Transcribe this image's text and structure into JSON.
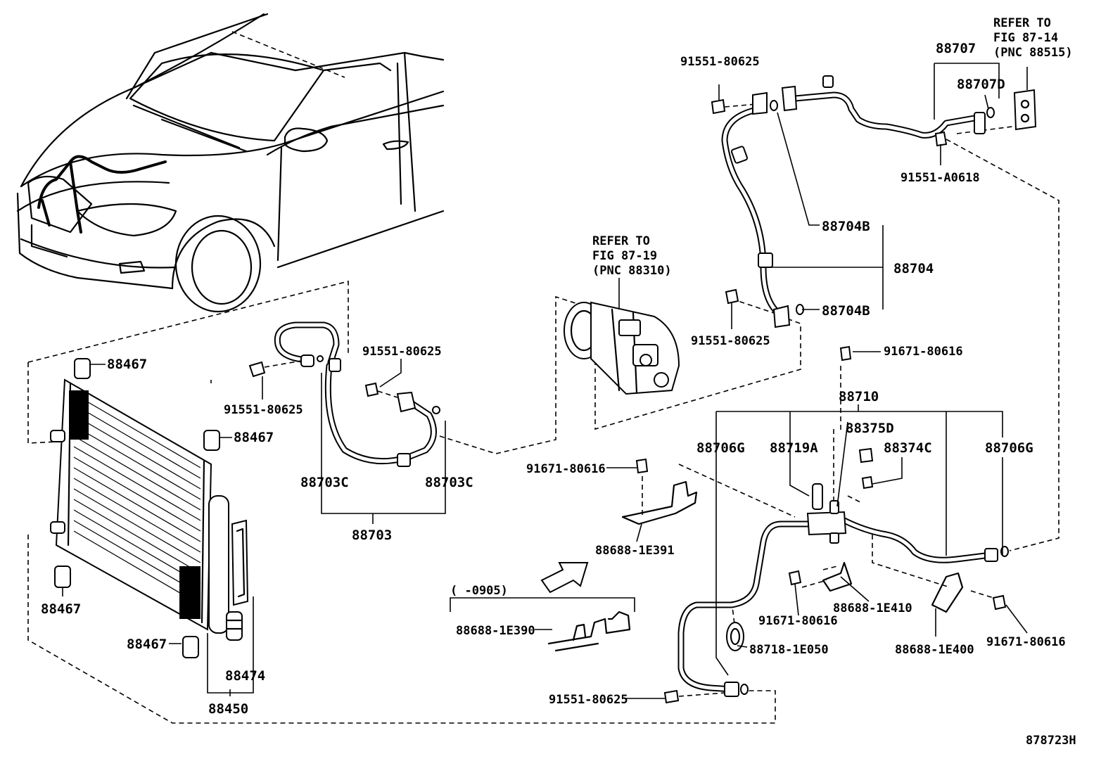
{
  "diagram_id": "878723H",
  "refer": {
    "condenser_ref": "REFER TO",
    "condenser_fig": "FIG 87-14",
    "condenser_pnc": "(PNC 88515)",
    "compressor_ref": "REFER TO",
    "compressor_fig": "FIG 87-19",
    "compressor_pnc": "(PNC 88310)"
  },
  "labels": {
    "bolt_a_top": "91551-80625",
    "tube_88707": "88707",
    "oring_88707d": "88707D",
    "bolt_a0618": "91551-A0618",
    "hose_88704b_top": "88704B",
    "hose_88704": "88704",
    "hose_88704b_bot": "88704B",
    "bolt_mid_right": "91551-80625",
    "bolt_91671_top": "91671-80616",
    "cond_cushion_1": "88467",
    "cond_cushion_2": "88467",
    "cond_cushion_3": "88467",
    "cond_cushion_4": "88467",
    "bolt_cond_left": "91551-80625",
    "bolt_cond_right": "91551-80625",
    "hose_88703c_left": "88703C",
    "hose_88703c_right": "88703C",
    "hose_88703": "88703",
    "tube_88710": "88710",
    "valve_88375d": "88375D",
    "oring_88706g_left": "88706G",
    "valve_88719a": "88719A",
    "cap_88374c": "88374C",
    "oring_88706g_right": "88706G",
    "bolt_91671_mid": "91671-80616",
    "clamp_1e391": "88688-1E391",
    "date_range": "(    -0905)",
    "clamp_1e390": "88688-1E390",
    "bolt_91671_low": "91671-80616",
    "clamp_1e410": "88688-1E410",
    "clamp_1e400": "88688-1E400",
    "bolt_91671_right": "91671-80616",
    "sensor_1e050": "88718-1E050",
    "bolt_bottom": "91551-80625",
    "dryer_88474": "88474",
    "condenser_88450": "88450"
  }
}
